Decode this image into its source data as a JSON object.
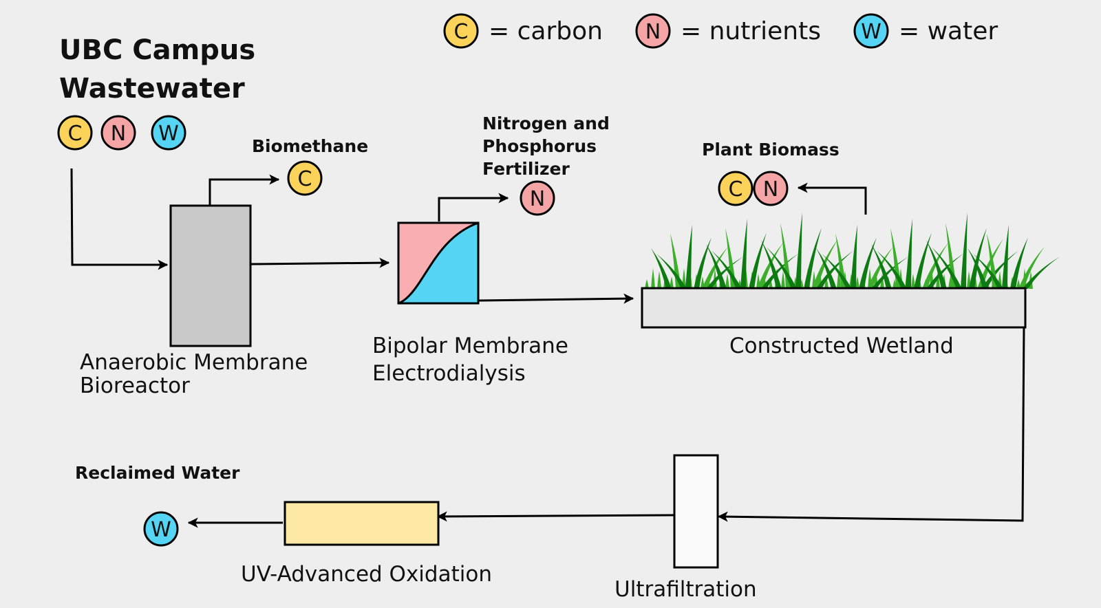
{
  "title": {
    "line1": "UBC Campus",
    "line2": "Wastewater"
  },
  "legend": [
    {
      "letter": "C",
      "text": "= carbon"
    },
    {
      "letter": "N",
      "text": "= nutrients"
    },
    {
      "letter": "W",
      "text": "= water"
    }
  ],
  "circles": {
    "carbon": "C",
    "nutrients": "N",
    "water": "W"
  },
  "colors": {
    "carbon": "#fbd35a",
    "nutrients": "#f5a5a5",
    "water": "#55d4f3",
    "background": "#efeeee",
    "bioreactor": "#c9c9c9",
    "uv": "#fde9a5",
    "wetland": "#e6e6e6",
    "ultrafiltration": "#fafafa",
    "bped_left": "#f9aeb2",
    "bped_right": "#55d4f3",
    "grass_dark": "#0d7a12",
    "grass_light": "#3dae2b"
  },
  "products": {
    "biomethane": "Biomethane",
    "fertilizer": {
      "line1": "Nitrogen and",
      "line2": "Phosphorus",
      "line3": "Fertilizer"
    },
    "plant_biomass": "Plant Biomass",
    "reclaimed_water": "Reclaimed Water"
  },
  "units": {
    "anmbr": {
      "line1": "Anaerobic Membrane",
      "line2": "Bioreactor"
    },
    "bped": {
      "line1": "Bipolar Membrane",
      "line2": "Electrodialysis"
    },
    "wetland": "Constructed Wetland",
    "ultrafiltration": "Ultrafiltration",
    "uv": "UV-Advanced Oxidation"
  }
}
